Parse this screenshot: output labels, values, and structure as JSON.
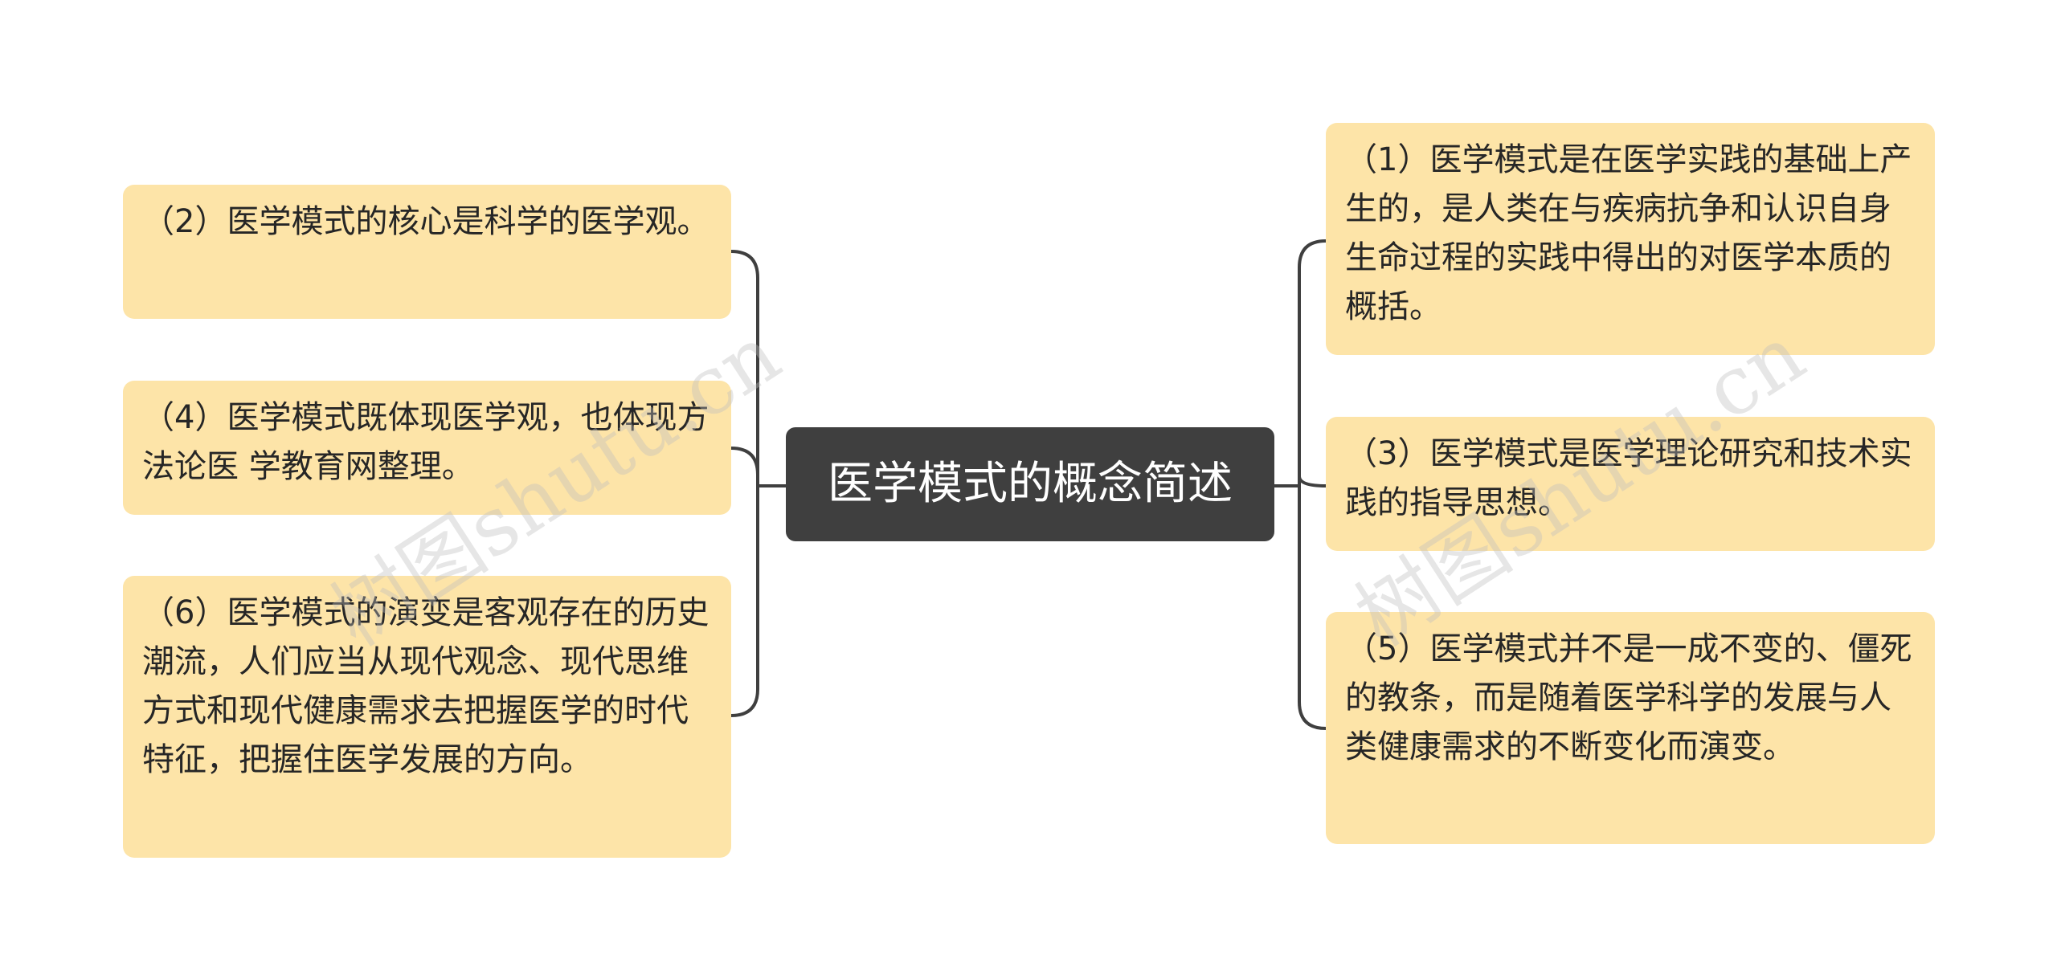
{
  "diagram": {
    "center": {
      "label": "医学模式的概念简述"
    },
    "left_nodes": [
      {
        "label": "（2）医学模式的核心是科学的医学观。"
      },
      {
        "label": "（4）医学模式既体现医学观，也体现方法论医 学教育网整理。"
      },
      {
        "label": "（6）医学模式的演变是客观存在的历史潮流，人们应当从现代观念、现代思维方式和现代健康需求去把握医学的时代特征，把握住医学发展的方向。"
      }
    ],
    "right_nodes": [
      {
        "label": "（1）医学模式是在医学实践的基础上产生的，是人类在与疾病抗争和认识自身生命过程的实践中得出的对医学本质的概括。"
      },
      {
        "label": "（3）医学模式是医学理论研究和技术实践的指导思想。"
      },
      {
        "label": "（5）医学模式并不是一成不变的、僵死的教条，而是随着医学科学的发展与人类健康需求的不断变化而演变。"
      }
    ],
    "watermarks": [
      "树图shutu.cn",
      "树图shutu.cn"
    ]
  },
  "colors": {
    "node_fill": "#fde4a8",
    "center_fill": "#3f3f3f",
    "connector": "#3f3f3f"
  }
}
